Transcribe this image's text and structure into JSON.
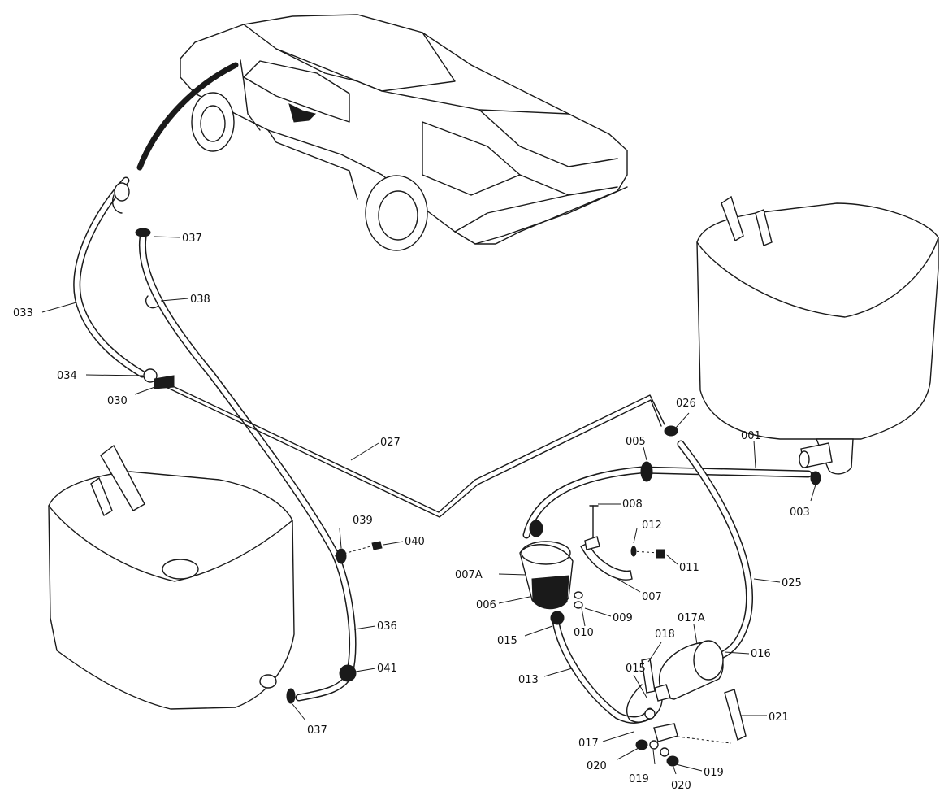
{
  "labels": {
    "p001": "001",
    "p003": "003",
    "p005": "005",
    "p006": "006",
    "p007": "007",
    "p007A": "007A",
    "p008": "008",
    "p009": "009",
    "p010": "010",
    "p011": "011",
    "p012": "012",
    "p013": "013",
    "p015a": "015",
    "p015b": "015",
    "p016": "016",
    "p017": "017",
    "p017A": "017A",
    "p018": "018",
    "p019a": "019",
    "p019b": "019",
    "p020a": "020",
    "p020b": "020",
    "p021": "021",
    "p025": "025",
    "p026": "026",
    "p027": "027",
    "p030": "030",
    "p033": "033",
    "p034": "034",
    "p036": "036",
    "p037a": "037",
    "p037b": "037",
    "p038": "038",
    "p039": "039",
    "p040": "040",
    "p041": "041"
  }
}
